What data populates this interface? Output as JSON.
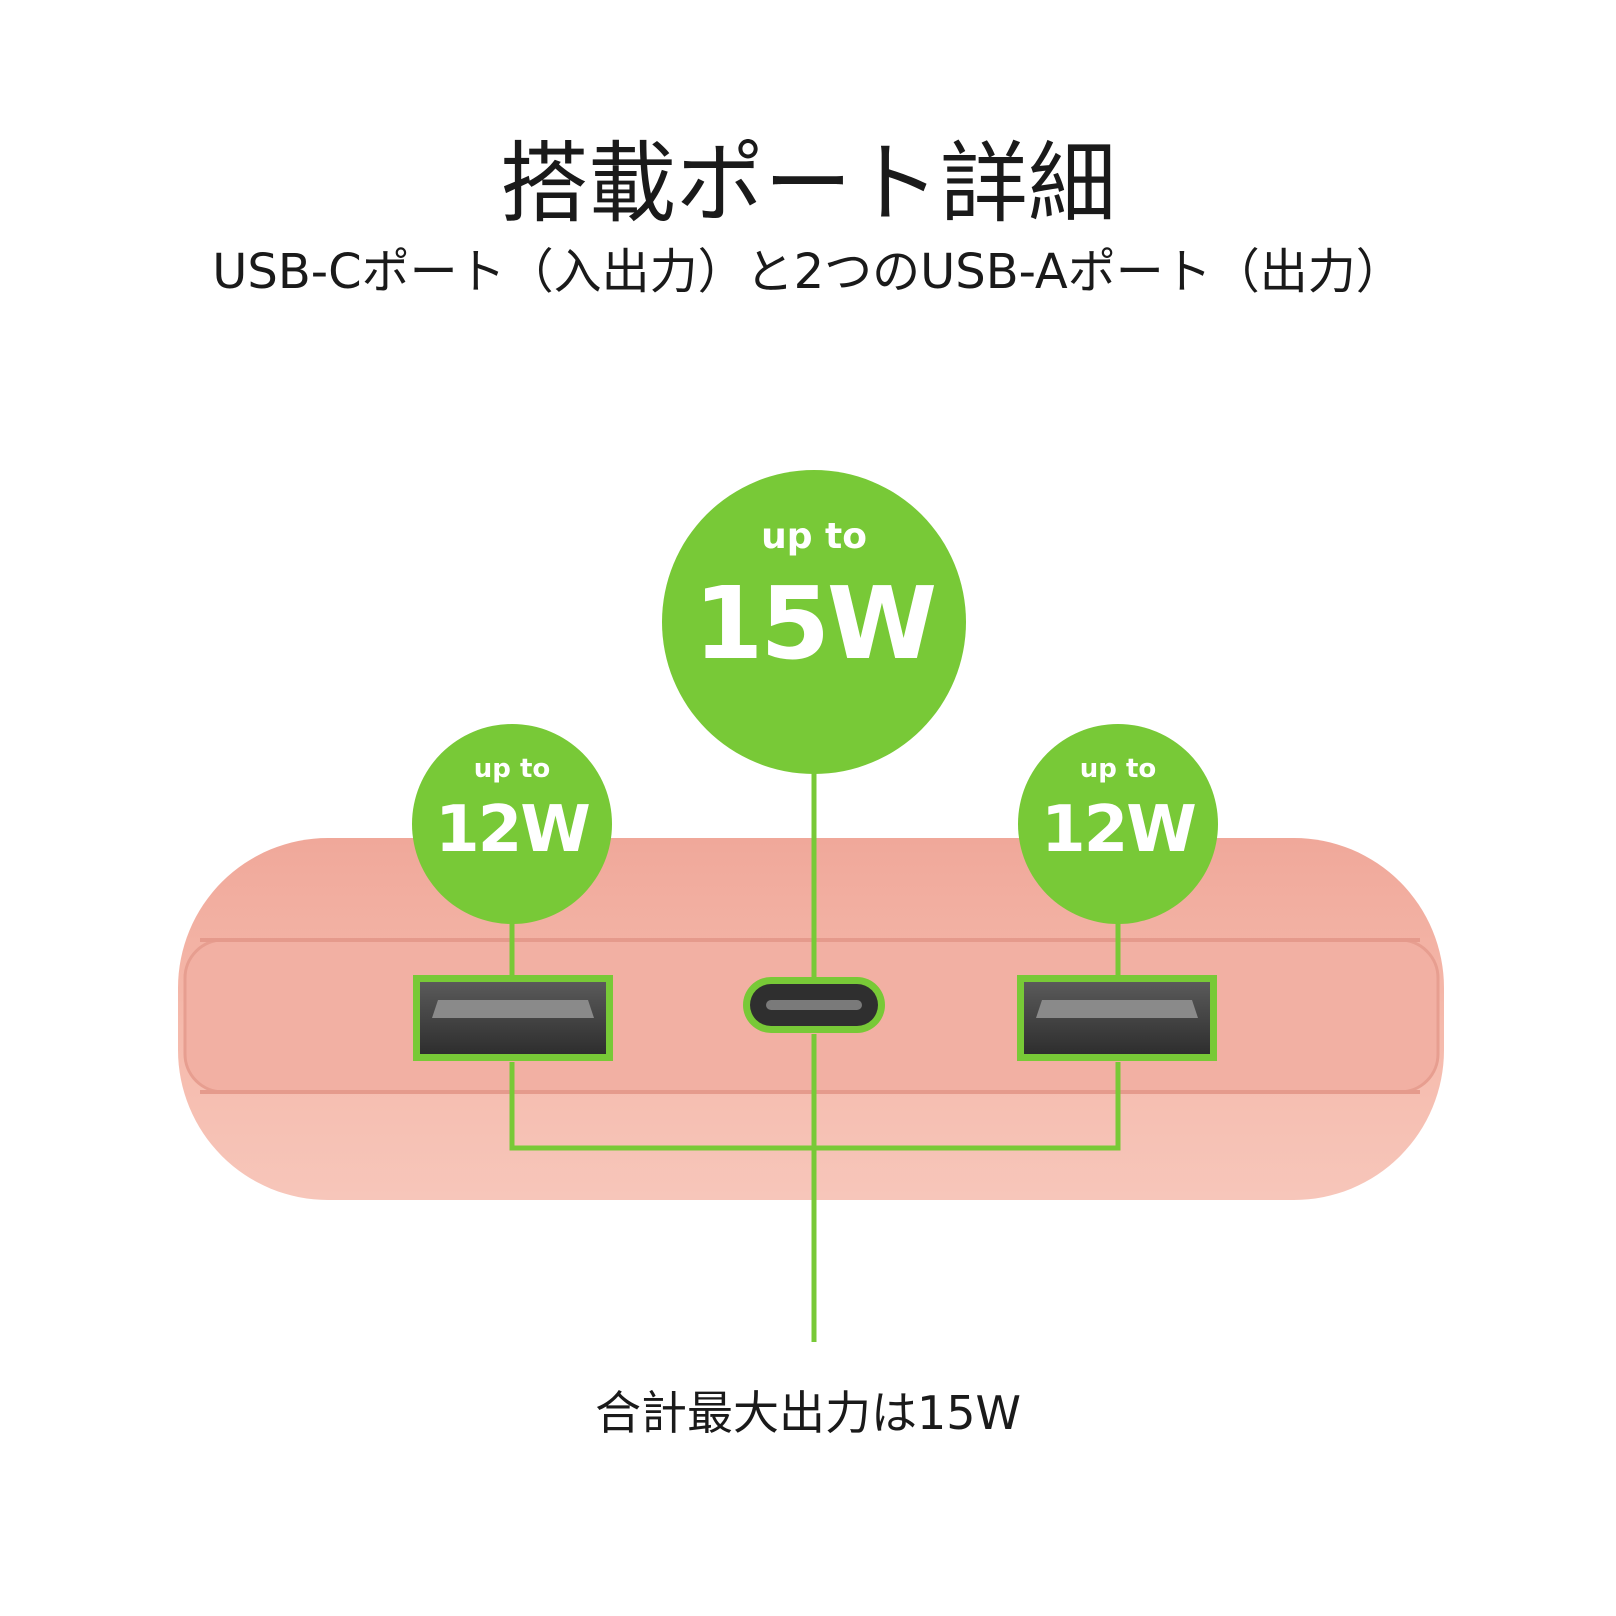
{
  "title": "搭載ポート詳細",
  "subtitle": "USB-Cポート（入出力）と2つのUSB-Aポート（出力）",
  "footer": "合計最大出力は15W",
  "badges": {
    "left": {
      "top": "up to",
      "value": "12W"
    },
    "center": {
      "top": "up to",
      "value": "15W"
    },
    "right": {
      "top": "up to",
      "value": "12W"
    }
  },
  "colors": {
    "accent": "#78c937",
    "body": "#f4b8aa",
    "port_dark": "#3d3d3d"
  }
}
